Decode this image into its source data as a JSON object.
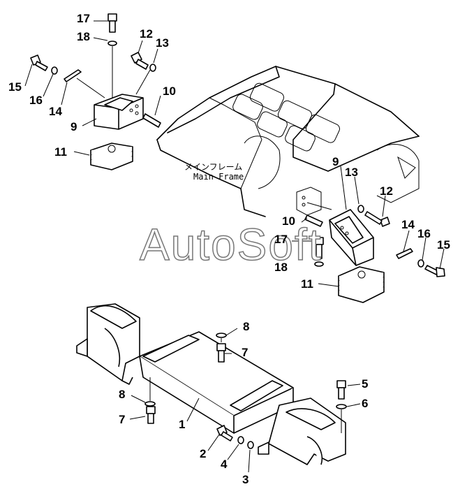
{
  "diagram": {
    "frame_label_jp": "メインフレーム",
    "frame_label_en": "Main Frame",
    "watermark": "AutoSoft",
    "callouts": {
      "c1": "1",
      "c2": "2",
      "c3": "3",
      "c4": "4",
      "c5": "5",
      "c6": "6",
      "c7a": "7",
      "c7b": "7",
      "c8a": "8",
      "c8b": "8",
      "c9a": "9",
      "c9b": "9",
      "c10a": "10",
      "c10b": "10",
      "c11a": "11",
      "c11b": "11",
      "c12a": "12",
      "c12b": "12",
      "c13a": "13",
      "c13b": "13",
      "c14a": "14",
      "c14b": "14",
      "c15a": "15",
      "c15b": "15",
      "c16a": "16",
      "c16b": "16",
      "c17a": "17",
      "c17b": "17",
      "c18a": "18",
      "c18b": "18"
    }
  }
}
